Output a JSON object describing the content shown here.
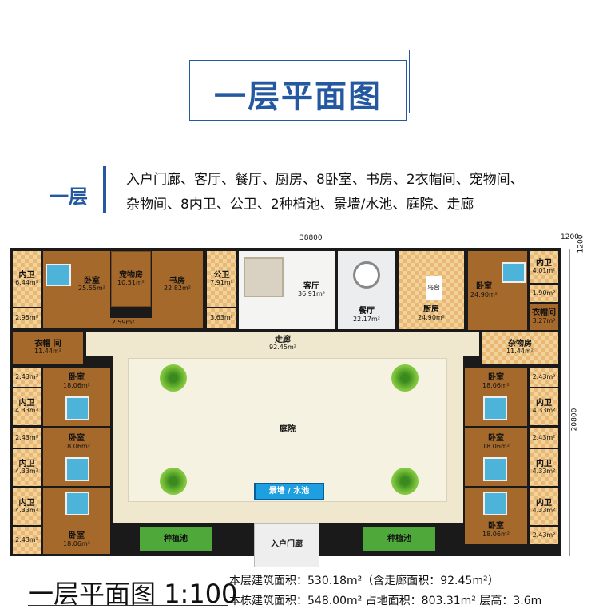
{
  "title": "一层平面图",
  "summary": {
    "level_label": "一层",
    "lines": [
      "入户门廊、客厅、餐厅、厨房、8卧室、书房、2衣帽间、宠物间、",
      "杂物间、8内卫、公卫、2种植池、景墙/水池、庭院、走廊"
    ]
  },
  "dimensions": {
    "width": "38800",
    "offset": "1200",
    "offset_v": "1200",
    "depth": "20800"
  },
  "rooms": [
    {
      "name": "内卫",
      "area": "6.44m²"
    },
    {
      "name": "",
      "area": "2.95m²"
    },
    {
      "name": "卧室",
      "area": "25.55m²"
    },
    {
      "name": "宠物房",
      "area": "10.51m²"
    },
    {
      "name": "",
      "area": "2.59m²"
    },
    {
      "name": "书房",
      "area": "22.82m²"
    },
    {
      "name": "公卫",
      "area": "7.91m²"
    },
    {
      "name": "",
      "area": "3.63m²"
    },
    {
      "name": "客厅",
      "area": "36.91m²"
    },
    {
      "name": "餐厅",
      "area": "22.17m²"
    },
    {
      "name": "厨房",
      "area": "24.90m²",
      "extra": "岛台"
    },
    {
      "name": "卧室",
      "area": "24.90m²"
    },
    {
      "name": "内卫",
      "area": "4.01m²"
    },
    {
      "name": "",
      "area": "1.90m²"
    },
    {
      "name": "衣帽间",
      "area": "3.27m²"
    },
    {
      "name": "衣帽 间",
      "area": "11.44m²"
    },
    {
      "name": "杂物房",
      "area": "11.44m²"
    },
    {
      "name": "走廊",
      "area": "92.45m²"
    },
    {
      "name": "庭院",
      "area": ""
    },
    {
      "name": "",
      "area": "2.43m²"
    },
    {
      "name": "卧室",
      "area": "18.06m²"
    },
    {
      "name": "内卫",
      "area": "4.33m²"
    },
    {
      "name": "",
      "area": "2.43m²"
    },
    {
      "name": "卧室",
      "area": "18.06m²"
    },
    {
      "name": "内卫",
      "area": "4.33m²"
    },
    {
      "name": "内卫",
      "area": "4.33m²"
    },
    {
      "name": "卧室",
      "area": "18.06m²"
    },
    {
      "name": "",
      "area": "2.43m²"
    },
    {
      "name": "",
      "area": "2.43m²"
    },
    {
      "name": "卧室",
      "area": "18.06m²"
    },
    {
      "name": "内卫",
      "area": "4.33m²"
    },
    {
      "name": "",
      "area": "2.43m²"
    },
    {
      "name": "卧室",
      "area": "18.06m²"
    },
    {
      "name": "内卫",
      "area": "4.33m²"
    },
    {
      "name": "内卫",
      "area": "4.33m²"
    },
    {
      "name": "卧室",
      "area": "18.06m²"
    },
    {
      "name": "",
      "area": "2.43m²"
    }
  ],
  "features": {
    "pool": "景墙 / 水池",
    "planter": "种植池",
    "entrance": "入户门廊"
  },
  "footer": {
    "title": "一层平面图",
    "scale": "1:100",
    "stat1": "本层建筑面积：530.18m²（含走廊面积：92.45m²）",
    "stat2": "本栋建筑面积：548.00m²  占地面积：803.31m²  层高：3.6m"
  }
}
